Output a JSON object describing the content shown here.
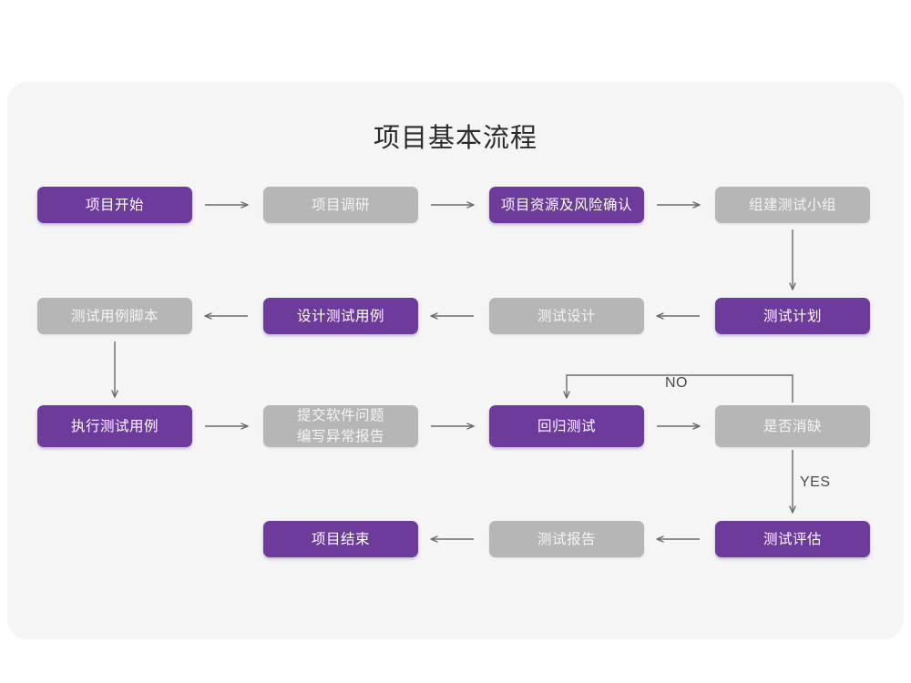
{
  "page": {
    "title": "项目基本流程",
    "background": "#ffffff",
    "card_background": "#f5f5f6"
  },
  "colors": {
    "accent_purple": "#6d3b9c",
    "muted_gray": "#b6b6b6",
    "node_text_light": "#ffffff",
    "connector": "#6b6b6b",
    "title_text": "#2b2b2b"
  },
  "chart_data": {
    "type": "diagram",
    "title": "项目基本流程",
    "nodes": [
      {
        "id": "n1",
        "label": "项目开始",
        "style": "purple",
        "row": 1,
        "col": 1
      },
      {
        "id": "n2",
        "label": "项目调研",
        "style": "gray",
        "row": 1,
        "col": 2
      },
      {
        "id": "n3",
        "label": "项目资源及风险确认",
        "style": "purple",
        "row": 1,
        "col": 3
      },
      {
        "id": "n4",
        "label": "组建测试小组",
        "style": "gray",
        "row": 1,
        "col": 4
      },
      {
        "id": "n5",
        "label": "测试用例脚本",
        "style": "gray",
        "row": 2,
        "col": 1
      },
      {
        "id": "n6",
        "label": "设计测试用例",
        "style": "purple",
        "row": 2,
        "col": 2
      },
      {
        "id": "n7",
        "label": "测试设计",
        "style": "gray",
        "row": 2,
        "col": 3
      },
      {
        "id": "n8",
        "label": "测试计划",
        "style": "purple",
        "row": 2,
        "col": 4
      },
      {
        "id": "n9",
        "label": "执行测试用例",
        "style": "purple",
        "row": 3,
        "col": 1
      },
      {
        "id": "n10",
        "label": "提交软件问题\n编写异常报告",
        "style": "gray",
        "row": 3,
        "col": 2
      },
      {
        "id": "n11",
        "label": "回归测试",
        "style": "purple",
        "row": 3,
        "col": 3
      },
      {
        "id": "n12",
        "label": "是否消缺",
        "style": "gray",
        "row": 3,
        "col": 4
      },
      {
        "id": "n13",
        "label": "项目结束",
        "style": "purple",
        "row": 4,
        "col": 2
      },
      {
        "id": "n14",
        "label": "测试报告",
        "style": "gray",
        "row": 4,
        "col": 3
      },
      {
        "id": "n15",
        "label": "测试评估",
        "style": "purple",
        "row": 4,
        "col": 4
      }
    ],
    "edges": [
      {
        "from": "n1",
        "to": "n2",
        "direction": "right",
        "label": ""
      },
      {
        "from": "n2",
        "to": "n3",
        "direction": "right",
        "label": ""
      },
      {
        "from": "n3",
        "to": "n4",
        "direction": "right",
        "label": ""
      },
      {
        "from": "n4",
        "to": "n8",
        "direction": "down",
        "label": ""
      },
      {
        "from": "n8",
        "to": "n7",
        "direction": "left",
        "label": ""
      },
      {
        "from": "n7",
        "to": "n6",
        "direction": "left",
        "label": ""
      },
      {
        "from": "n6",
        "to": "n5",
        "direction": "left",
        "label": ""
      },
      {
        "from": "n5",
        "to": "n9",
        "direction": "down",
        "label": ""
      },
      {
        "from": "n9",
        "to": "n10",
        "direction": "right",
        "label": ""
      },
      {
        "from": "n10",
        "to": "n11",
        "direction": "right",
        "label": ""
      },
      {
        "from": "n11",
        "to": "n12",
        "direction": "right",
        "label": ""
      },
      {
        "from": "n12",
        "to": "n11",
        "direction": "loop-up-left",
        "label": "NO"
      },
      {
        "from": "n12",
        "to": "n15",
        "direction": "down",
        "label": "YES"
      },
      {
        "from": "n15",
        "to": "n14",
        "direction": "left",
        "label": ""
      },
      {
        "from": "n14",
        "to": "n13",
        "direction": "left",
        "label": ""
      }
    ],
    "branch_labels": {
      "no": "NO",
      "yes": "YES"
    }
  }
}
